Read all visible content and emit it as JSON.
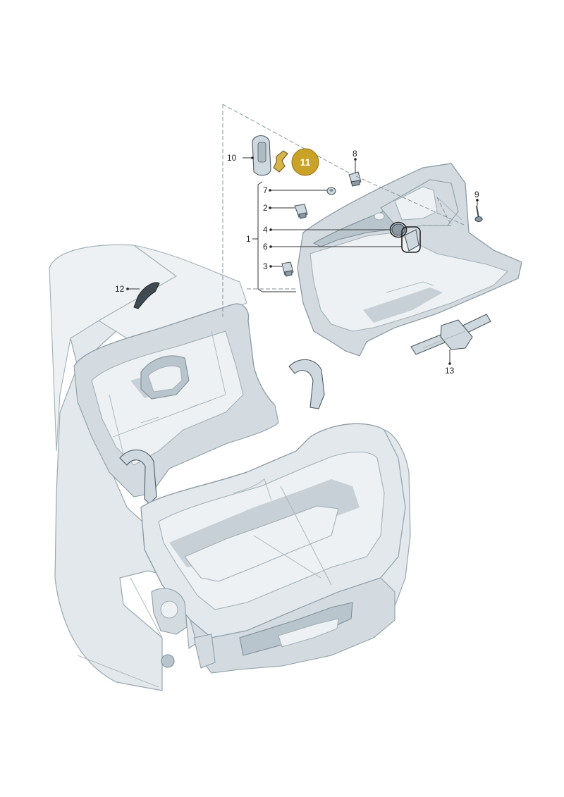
{
  "callouts": [
    {
      "id": "1",
      "label": "1"
    },
    {
      "id": "2",
      "label": "2"
    },
    {
      "id": "3",
      "label": "3"
    },
    {
      "id": "4",
      "label": "4"
    },
    {
      "id": "6",
      "label": "6"
    },
    {
      "id": "7",
      "label": "7"
    },
    {
      "id": "8",
      "label": "8"
    },
    {
      "id": "9",
      "label": "9"
    },
    {
      "id": "10",
      "label": "10"
    },
    {
      "id": "11",
      "label": "11"
    },
    {
      "id": "12",
      "label": "12"
    },
    {
      "id": "13",
      "label": "13"
    }
  ],
  "highlight": {
    "label": "11",
    "color": "#c9a227"
  },
  "colors": {
    "body": "#e2e8ec",
    "line": "#9aa8b0",
    "highlight": "#c9a227"
  }
}
